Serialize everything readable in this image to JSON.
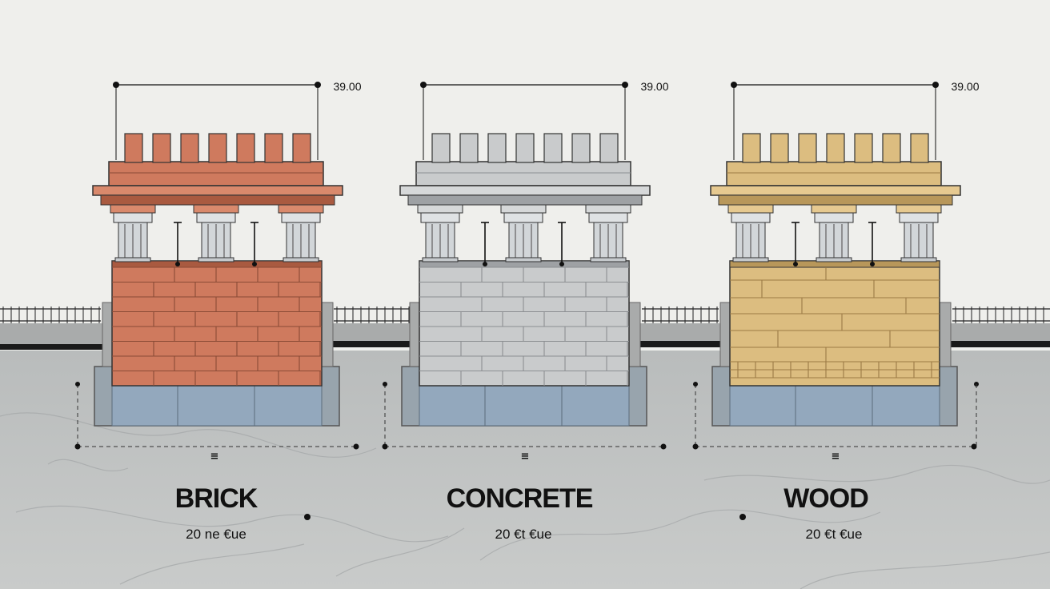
{
  "materials": [
    {
      "title": "BRICK",
      "price": "20 ne €ue",
      "dimension": "39.00",
      "symbol": "≡",
      "colors": {
        "main": "#cf7a5e",
        "light": "#d9896c",
        "dark": "#a95a40",
        "mortar": "#8a4b36"
      }
    },
    {
      "title": "CONCRETE",
      "price": "20 €t €ue",
      "dimension": "39.00",
      "symbol": "≡",
      "colors": {
        "main": "#c9cbcc",
        "light": "#d6d8d9",
        "dark": "#9ea1a4",
        "mortar": "#8c8f92"
      }
    },
    {
      "title": "WOOD",
      "price": "20 €t €ue",
      "dimension": "39.00",
      "symbol": "≡",
      "colors": {
        "main": "#dcbd80",
        "light": "#e6c990",
        "dark": "#b8975a",
        "mortar": "#9c7a45"
      }
    }
  ],
  "palette": {
    "background": "#efefec",
    "ground": "#c4c6c5",
    "foundation": "#93a8bd",
    "ink": "#111111"
  }
}
